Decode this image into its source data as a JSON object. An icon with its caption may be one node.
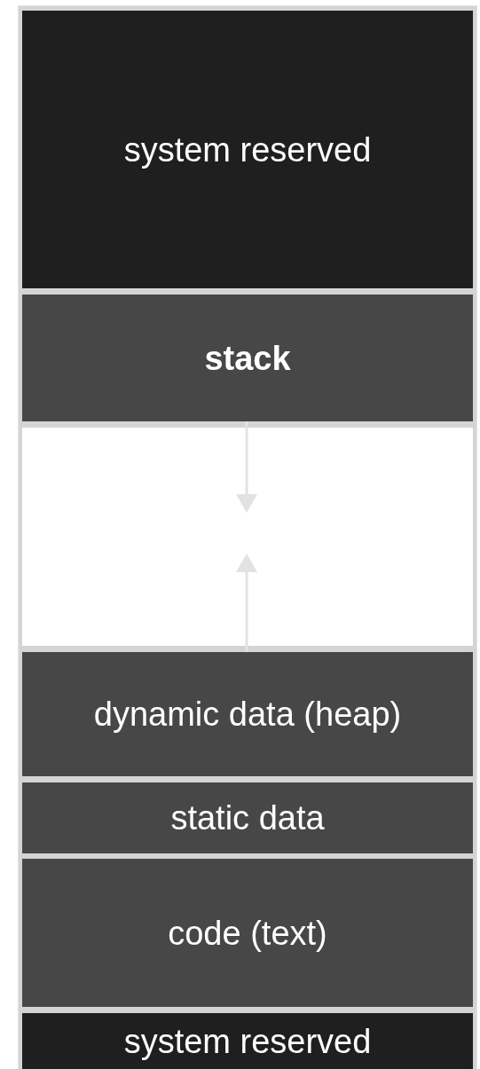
{
  "diagram": {
    "nodes": [
      {
        "text": [
          "system reserved"
        ]
      },
      {
        "text": [
          "stack"
        ]
      },
      {
        "text": [],
        "shape": "box"
      },
      {
        "text": [
          "dynamic data (heap)"
        ]
      },
      {
        "text": [
          "static data"
        ]
      },
      {
        "text": [
          "code (text)"
        ]
      },
      {
        "text": [
          "system reserved"
        ]
      }
    ],
    "edges": [
      {
        "from": 1,
        "to": 2,
        "arrow": "to"
      },
      {
        "from": 3,
        "to": 2,
        "arrow": "to"
      }
    ]
  }
}
